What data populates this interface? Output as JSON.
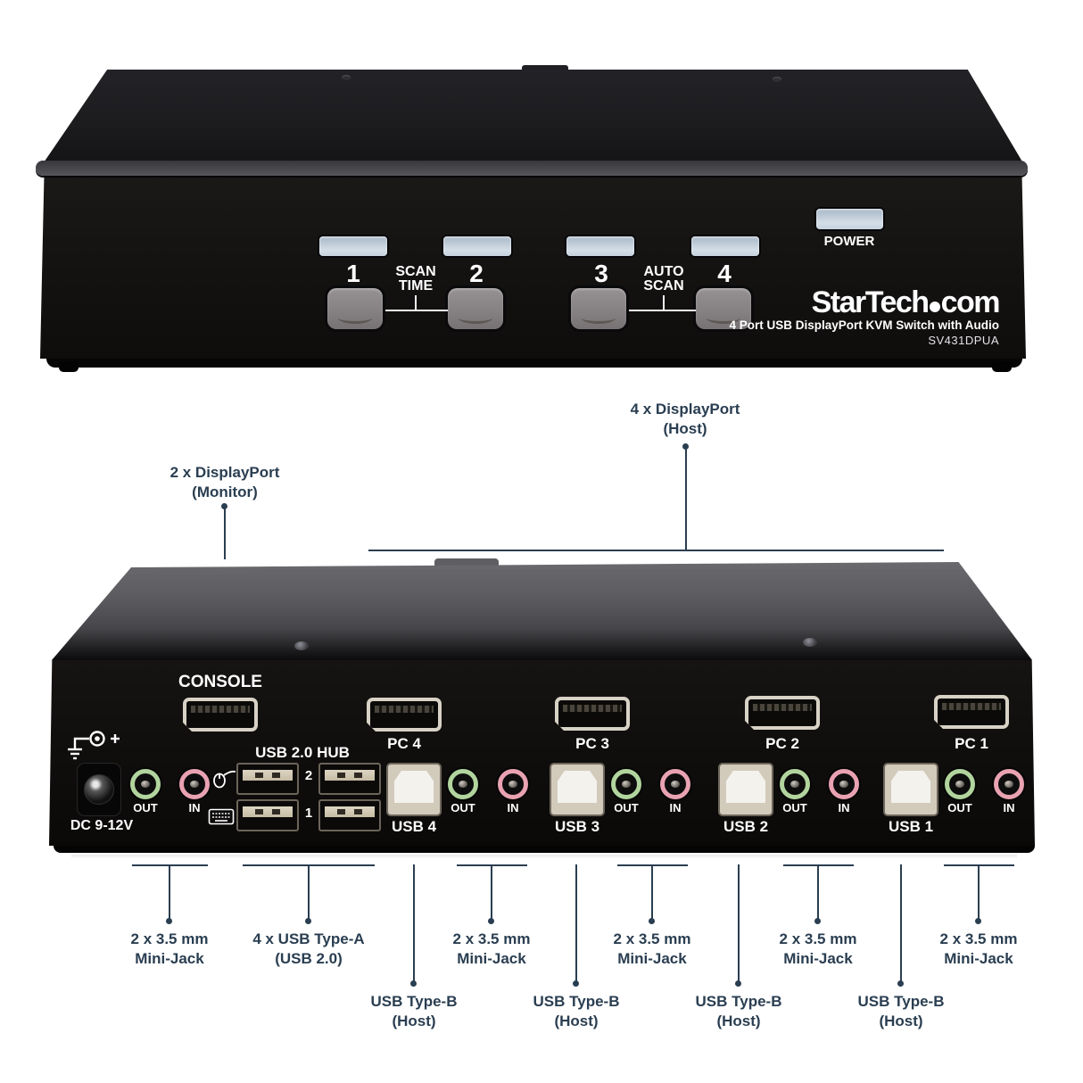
{
  "colors": {
    "callout_text": "#2a3e51",
    "led_blue": "#c9d6e2",
    "jack_out_ring_green": "#b2d49e",
    "jack_in_ring_pink": "#e9a2b2",
    "usb_connector_beige": "#d2cbbc",
    "displayport_frame_beige": "#d8d2c6",
    "chassis_black": "#141210",
    "rear_top_gray": "#5c5c60"
  },
  "front": {
    "port_numbers": [
      "1",
      "2",
      "3",
      "4"
    ],
    "scan_time": {
      "line1": "SCAN",
      "line2": "TIME"
    },
    "auto_scan": {
      "line1": "AUTO",
      "line2": "SCAN"
    },
    "power_label": "POWER",
    "brand": {
      "part1": "StarTech",
      "part2": "com"
    },
    "tagline": "4 Port USB DisplayPort KVM Switch with Audio",
    "model": "SV431DPUA"
  },
  "rear": {
    "console_label": "CONSOLE",
    "dc_label": "DC 9-12V",
    "hub_label": "USB 2.0 HUB",
    "hub_row_top": "2",
    "hub_row_bottom": "1",
    "out_label": "OUT",
    "in_label": "IN",
    "pc_labels": [
      "PC 4",
      "PC 3",
      "PC 2",
      "PC 1"
    ],
    "usb_labels": [
      "USB 4",
      "USB 3",
      "USB 2",
      "USB 1"
    ]
  },
  "callouts": {
    "monitor": {
      "line1": "2 x DisplayPort",
      "line2": "(Monitor)"
    },
    "host": {
      "line1": "4 x DisplayPort",
      "line2": "(Host)"
    },
    "bottom": [
      {
        "line1": "2 x 3.5 mm",
        "line2": "Mini-Jack"
      },
      {
        "line1": "4 x USB Type-A",
        "line2": "(USB 2.0)"
      },
      {
        "line1": "USB Type-B",
        "line2": "(Host)"
      },
      {
        "line1": "2 x 3.5 mm",
        "line2": "Mini-Jack"
      },
      {
        "line1": "USB Type-B",
        "line2": "(Host)"
      },
      {
        "line1": "2 x 3.5 mm",
        "line2": "Mini-Jack"
      },
      {
        "line1": "USB Type-B",
        "line2": "(Host)"
      },
      {
        "line1": "2 x 3.5 mm",
        "line2": "Mini-Jack"
      },
      {
        "line1": "USB Type-B",
        "line2": "(Host)"
      },
      {
        "line1": "2 x 3.5 mm",
        "line2": "Mini-Jack"
      }
    ]
  }
}
